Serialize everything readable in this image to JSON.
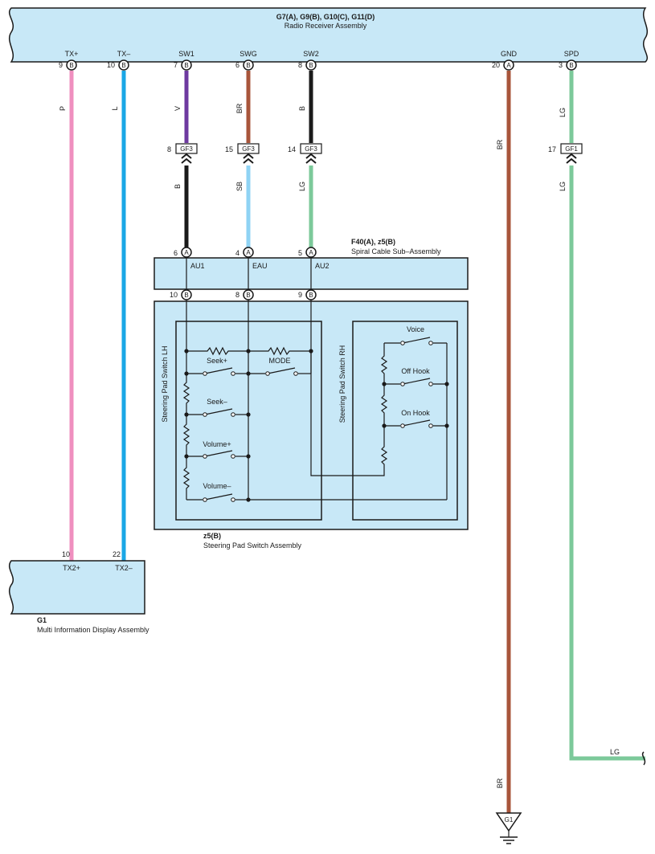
{
  "radio": {
    "title": "G7(A), G9(B), G10(C), G11(D)",
    "subtitle": "Radio Receiver Assembly",
    "terminals": [
      {
        "signal": "TX+",
        "pin": "9",
        "conn": "B",
        "color": "P"
      },
      {
        "signal": "TX–",
        "pin": "10",
        "conn": "B",
        "color": "L"
      },
      {
        "signal": "SW1",
        "pin": "7",
        "conn": "B",
        "color": "V"
      },
      {
        "signal": "SWG",
        "pin": "6",
        "conn": "B",
        "color": "BR"
      },
      {
        "signal": "SW2",
        "pin": "8",
        "conn": "B",
        "color": "B"
      },
      {
        "signal": "GND",
        "pin": "20",
        "conn": "A",
        "color": "BR"
      },
      {
        "signal": "SPD",
        "pin": "3",
        "conn": "B",
        "color": "LG"
      }
    ]
  },
  "junctions": [
    {
      "pin_left": "8",
      "id": "GF3",
      "color_below": "B"
    },
    {
      "pin_left": "15",
      "id": "GF3",
      "color_below": "SB"
    },
    {
      "pin_left": "14",
      "id": "GF3",
      "color_below": "LG"
    },
    {
      "pin_left": "17",
      "id": "GF1",
      "color_below": "LG"
    }
  ],
  "spiral": {
    "title": "F40(A), z5(B)",
    "subtitle": "Spiral Cable Sub–Assembly",
    "top_pins": [
      {
        "pin": "6",
        "conn": "A",
        "label": "AU1"
      },
      {
        "pin": "4",
        "conn": "A",
        "label": "EAU"
      },
      {
        "pin": "5",
        "conn": "A",
        "label": "AU2"
      }
    ],
    "bottom_pins": [
      {
        "pin": "10",
        "conn": "B"
      },
      {
        "pin": "8",
        "conn": "B"
      },
      {
        "pin": "9",
        "conn": "B"
      }
    ]
  },
  "steering": {
    "title": "z5(B)",
    "subtitle": "Steering Pad Switch Assembly",
    "lh_label": "Steering Pad Switch LH",
    "rh_label": "Steering Pad Switch RH",
    "lh_switches": {
      "seek_plus": "Seek+",
      "mode": "MODE",
      "seek_minus": "Seek–",
      "volume_plus": "Volume+",
      "volume_minus": "Volume–"
    },
    "rh_switches": {
      "voice": "Voice",
      "off_hook": "Off Hook",
      "on_hook": "On Hook"
    }
  },
  "mid": {
    "title": "G1",
    "subtitle": "Multi Information Display Assembly",
    "pins": [
      {
        "pin": "10",
        "signal": "TX2+"
      },
      {
        "pin": "22",
        "signal": "TX2–"
      }
    ]
  },
  "spd_wire": {
    "color": "LG"
  },
  "gnd_wire": {
    "color": "BR"
  },
  "ground": {
    "label": "G1"
  },
  "wire_colors": {
    "P": "#ef8fbf",
    "L": "#1aa7e6",
    "V": "#6e3aa0",
    "BR": "#a8553b",
    "B": "#1a1a1a",
    "SB": "#8fd3f4",
    "LG": "#7cc99a"
  }
}
